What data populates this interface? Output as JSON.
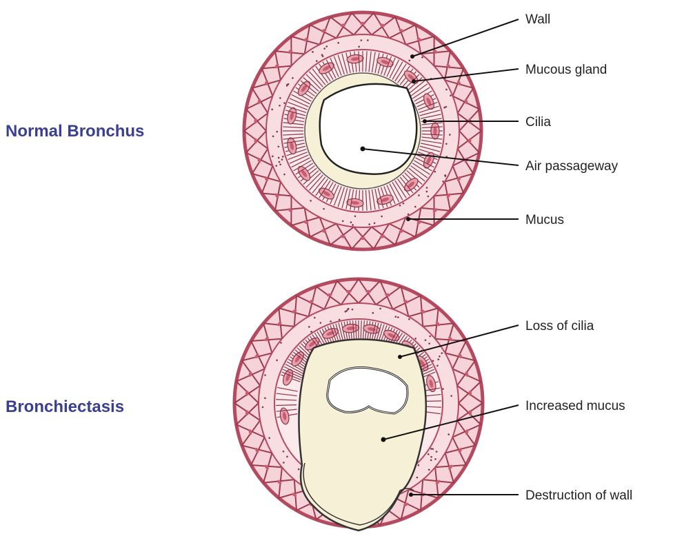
{
  "diagrams": [
    {
      "title": "Normal Bronchus",
      "labels": [
        "Wall",
        "Mucous gland",
        "Cilia",
        "Air passageway",
        "Mucus"
      ]
    },
    {
      "title": "Bronchiectasis",
      "labels": [
        "Loss of cilia",
        "Increased mucus",
        "Destruction of wall"
      ]
    }
  ],
  "colors": {
    "title": "#3b3f8f",
    "wall": "#b44a5f",
    "wall_fill": "#f6d3d8",
    "cell": "#e6a1ad",
    "mucus": "#f6f1d6"
  }
}
